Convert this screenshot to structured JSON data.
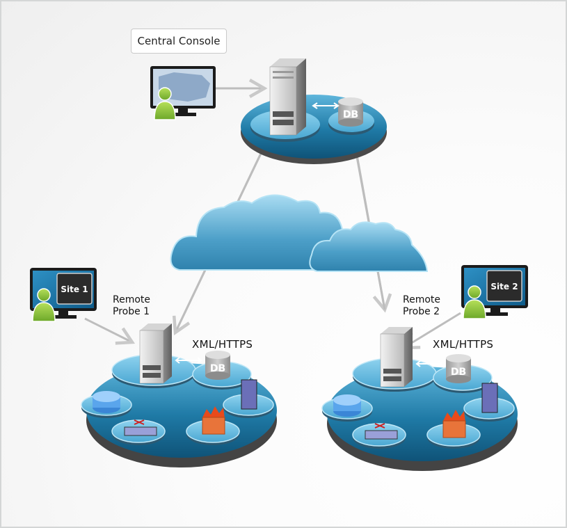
{
  "diagram": {
    "title_box": "Central Console",
    "central": {
      "db_label": "DB"
    },
    "sites": [
      {
        "screen_label": "Site 1",
        "probe_label_line1": "Remote",
        "probe_label_line2": "Probe 1",
        "protocol": "XML/HTTPS",
        "db_label": "DB"
      },
      {
        "screen_label": "Site 2",
        "probe_label_line1": "Remote",
        "probe_label_line2": "Probe 2",
        "protocol": "XML/HTTPS",
        "db_label": "DB"
      }
    ],
    "colors": {
      "platform_blue": "#1d6f9b",
      "platform_light": "#6cc1e4",
      "cloud": "#5aa9d0",
      "user_green": "#8cc63f",
      "border": "#d4d6d6"
    }
  }
}
